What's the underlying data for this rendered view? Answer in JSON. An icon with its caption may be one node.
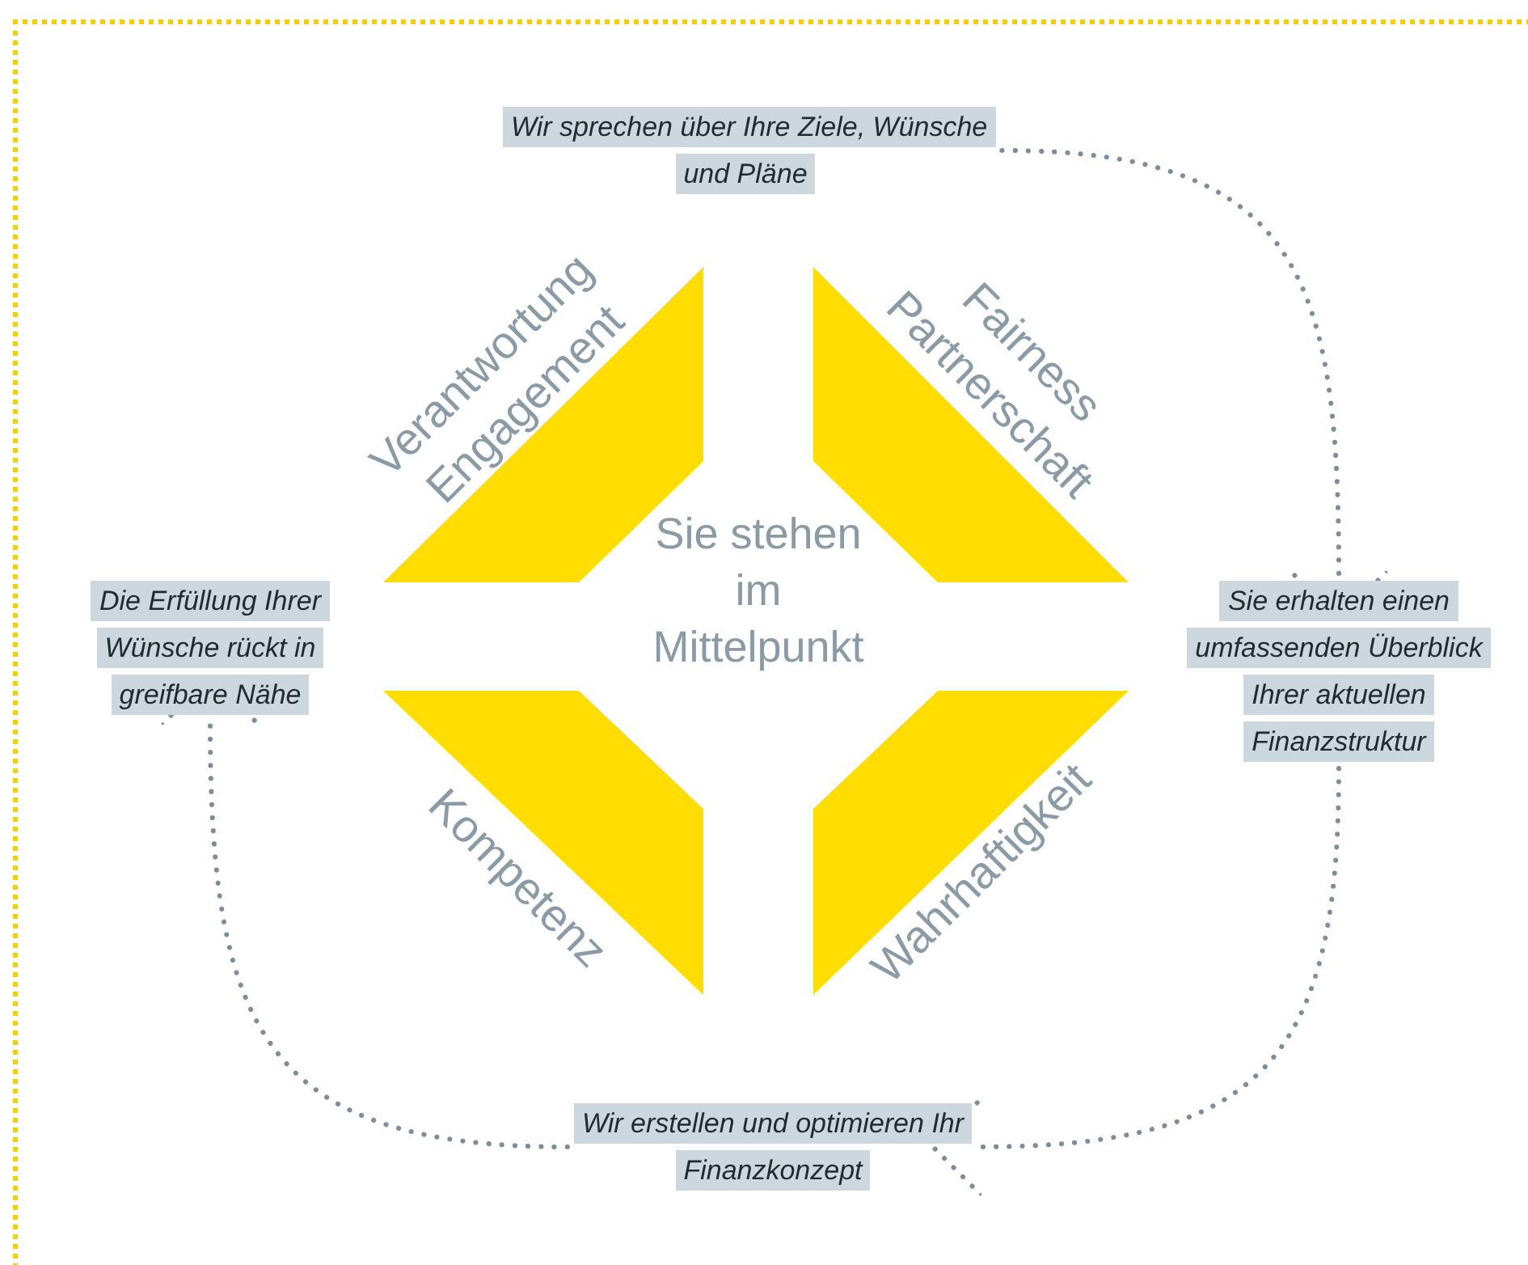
{
  "diagram": {
    "nodes": [
      {
        "text": [
          "Wir sprechen über Ihre Ziele, Wünsche und Pläne"
        ]
      },
      {
        "text": [
          "Sie erhalten einen umfassenden Überblick Ihrer aktuellen Finanzstruktur"
        ]
      },
      {
        "text": [
          "Wir erstellen und optimieren Ihr Finanzkonzept"
        ]
      },
      {
        "text": [
          "Die Erfüllung Ihrer Wünsche rückt in greifbare Nähe"
        ]
      }
    ],
    "edges": [
      {
        "from": 0,
        "to": 1,
        "arrow": "to",
        "style": "dashed"
      },
      {
        "from": 1,
        "to": 2,
        "arrow": "to",
        "style": "dashed"
      },
      {
        "from": 2,
        "to": 3,
        "arrow": "to",
        "style": "dashed"
      }
    ],
    "labels": [
      "Verantwortung",
      "Engagement",
      "Fairness",
      "Partnerschaft",
      "Sie stehen im Mittelpunkt",
      "Kompetenz",
      "Wahrhaftigkeit"
    ]
  }
}
